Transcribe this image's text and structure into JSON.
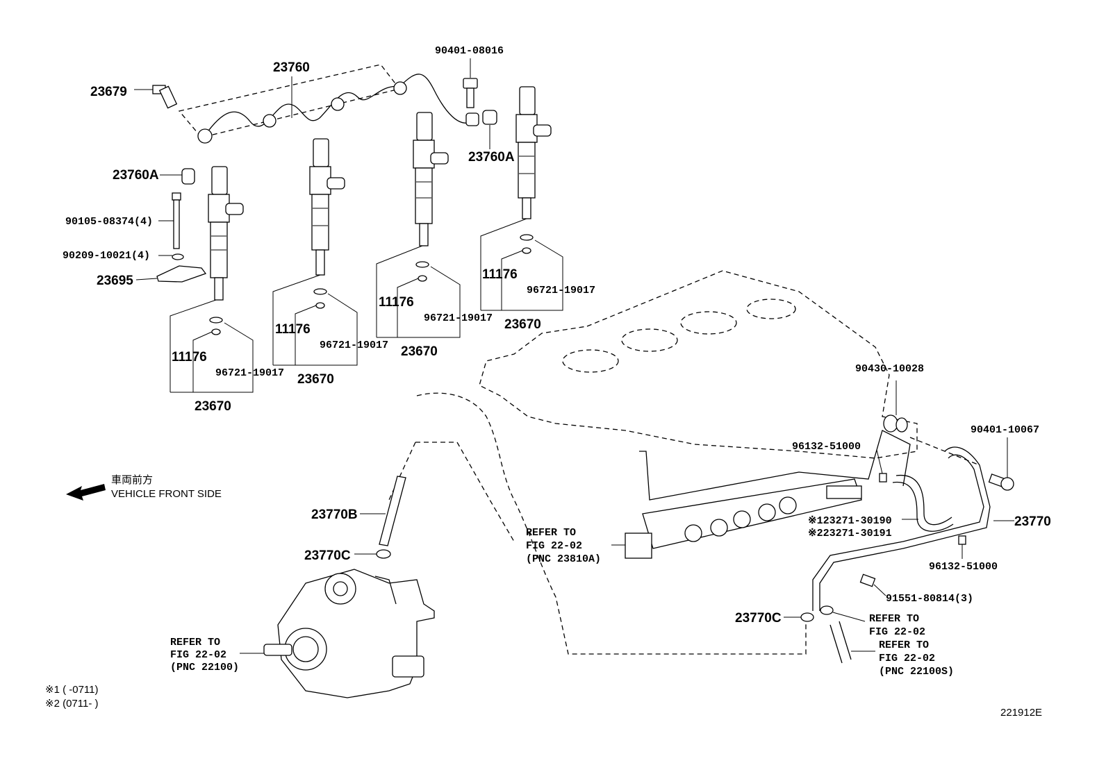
{
  "labels": {
    "p23679": "23679",
    "p23760": "23760",
    "p90401_08016": "90401-08016",
    "p23760A_left": "23760A",
    "p23760A_right": "23760A",
    "p90105": "90105-08374(4)",
    "p90209": "90209-10021(4)",
    "p23695": "23695",
    "p11176_a": "11176",
    "p96721_a": "96721-19017",
    "p23670_a": "23670",
    "p11176_b": "11176",
    "p96721_b": "96721-19017",
    "p23670_b": "23670",
    "p11176_c": "11176",
    "p96721_c": "96721-19017",
    "p23670_c": "23670",
    "p11176_d": "11176",
    "p96721_d": "96721-19017",
    "p23670_d": "23670",
    "p90430": "90430-10028",
    "p90401_10067": "90401-10067",
    "p96132_top": "96132-51000",
    "p23271_1": "※123271-30190",
    "p23271_2": "※223271-30191",
    "p23770": "23770",
    "p96132_bottom": "96132-51000",
    "p91551": "91551-80814(3)",
    "p23770B": "23770B",
    "p23770C_left": "23770C",
    "p23770C_right": "23770C",
    "vehicle_jp": "車両前方",
    "vehicle_en": "VEHICLE FRONT SIDE",
    "refer_rail_1": "REFER TO",
    "refer_rail_2": "FIG 22-02",
    "refer_rail_3": "(PNC 23810A)",
    "refer_pump_1": "REFER TO",
    "refer_pump_2": "FIG 22-02",
    "refer_pump_3": "(PNC 22100)",
    "refer_r1_1": "REFER TO",
    "refer_r1_2": "FIG 22-02",
    "refer_r2_1": "REFER TO",
    "refer_r2_2": "FIG 22-02",
    "refer_r2_3": "(PNC 22100S)",
    "note1": "※1 (      -0711)",
    "note2": "※2 (0711-      )",
    "diagram_id": "221912E"
  }
}
